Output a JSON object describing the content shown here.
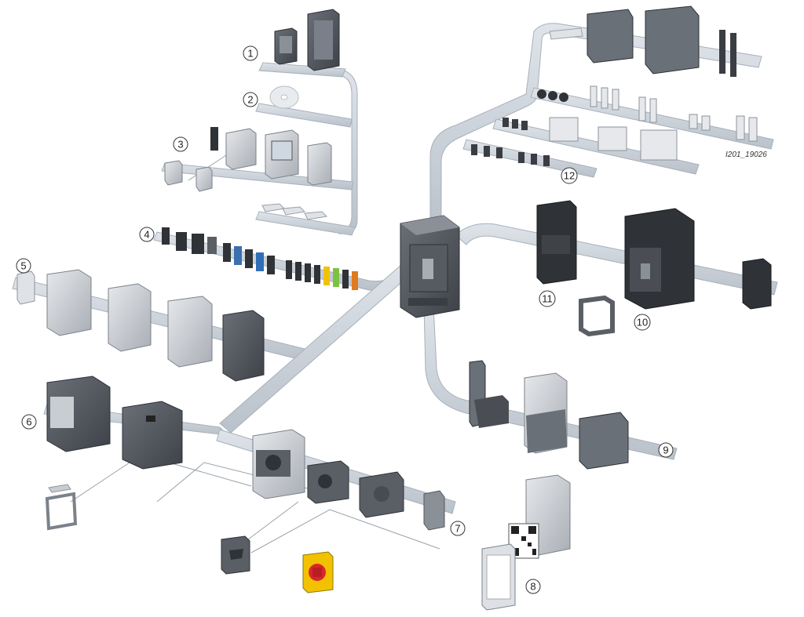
{
  "callouts": [
    {
      "id": 1,
      "label": "1"
    },
    {
      "id": 2,
      "label": "2"
    },
    {
      "id": 3,
      "label": "3"
    },
    {
      "id": 4,
      "label": "4"
    },
    {
      "id": 5,
      "label": "5"
    },
    {
      "id": 6,
      "label": "6"
    },
    {
      "id": 7,
      "label": "7"
    },
    {
      "id": 8,
      "label": "8"
    },
    {
      "id": 9,
      "label": "9"
    },
    {
      "id": 10,
      "label": "10"
    },
    {
      "id": 11,
      "label": "11"
    },
    {
      "id": 12,
      "label": "12"
    }
  ],
  "reference_code": "I201_19026",
  "colors": {
    "rail": "#c9d0d8",
    "rail_edge": "#aab3bd",
    "device_dark": "#4a4e54",
    "device_mid": "#7a8088",
    "device_light": "#b8bcc2",
    "accent_red": "#d9262c",
    "accent_yellow": "#f2c200",
    "accent_blue": "#2f6fb5",
    "accent_green": "#7cc242",
    "accent_orange": "#e07a1f"
  }
}
